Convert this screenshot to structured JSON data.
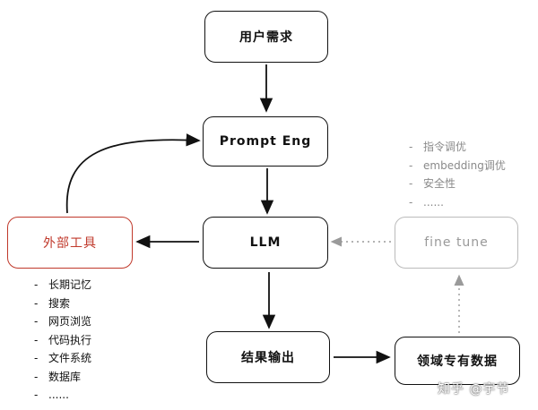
{
  "nodes": {
    "user_needs": "用户需求",
    "prompt_eng": "Prompt Eng",
    "llm": "LLM",
    "external_tools": "外部工具",
    "fine_tune": "fine tune",
    "result_output": "结果输出",
    "domain_data": "领域专有数据"
  },
  "tools_list": [
    "长期记忆",
    "搜索",
    "网页浏览",
    "代码执行",
    "文件系统",
    "数据库",
    "......"
  ],
  "finetune_list": [
    "指令调优",
    "embedding调优",
    "安全性",
    "......"
  ],
  "watermark": "知乎 @宇节",
  "colors": {
    "red": "#c0392b",
    "gray": "#bbbbbb",
    "ink": "#111111"
  }
}
